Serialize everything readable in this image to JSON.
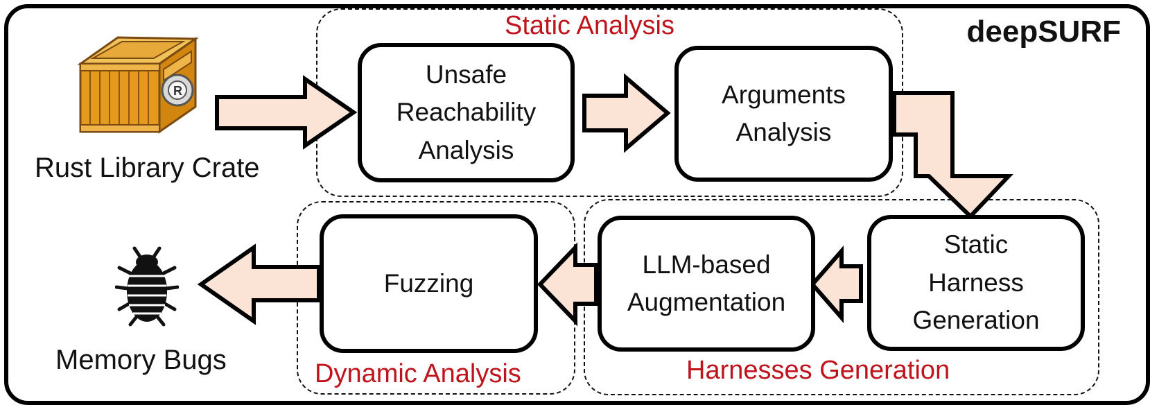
{
  "title": "deepSURF",
  "colors": {
    "accent_label": "#c0141c",
    "arrow_fill": "#fbe3d6",
    "stroke": "#000000"
  },
  "input": {
    "icon": "crate-icon",
    "label": "Rust Library Crate"
  },
  "output": {
    "icon": "bug-icon",
    "label": "Memory Bugs"
  },
  "groups": {
    "static": "Static Analysis",
    "harness": "Harnesses Generation",
    "dynamic": "Dynamic Analysis"
  },
  "steps": {
    "unsafe": [
      "Unsafe",
      "Reachability",
      "Analysis"
    ],
    "arguments": [
      "Arguments",
      "Analysis"
    ],
    "static_harness": [
      "Static",
      "Harness",
      "Generation"
    ],
    "llm": [
      "LLM-based",
      "Augmentation"
    ],
    "fuzzing": [
      "Fuzzing"
    ]
  }
}
